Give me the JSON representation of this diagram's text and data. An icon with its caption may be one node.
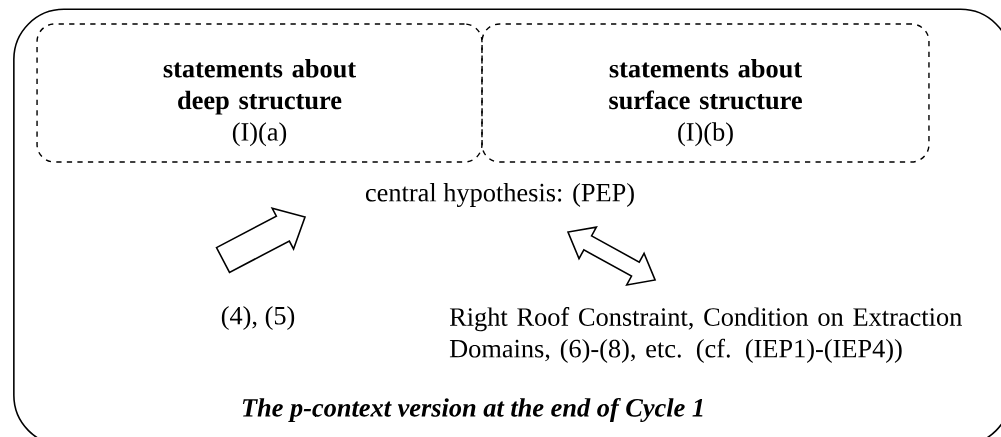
{
  "diagram": {
    "nodes": [
      {
        "text": [
          "*The p-context version at the end of Cycle 1*"
        ]
      },
      {
        "text": [
          "statements about deep structure",
          "(I)(a)"
        ],
        "in": 0
      },
      {
        "text": [
          "statements about surface structure",
          "(I)(b)"
        ],
        "in": 0
      },
      {
        "text": [
          "central hypothesis: (PEP)"
        ],
        "in": 0
      },
      {
        "text": [
          "(4), (5)"
        ],
        "in": 0
      },
      {
        "text": [
          "Right Roof Constraint, Condition on Extraction Domains, (6)-(8), etc. (cf. (IEP1)-(IEP4))"
        ],
        "in": 0
      }
    ],
    "edges": [
      {
        "from": 4,
        "to": 3,
        "arrow": "to"
      },
      {
        "from": 3,
        "to": 5,
        "arrow": "both"
      }
    ]
  }
}
